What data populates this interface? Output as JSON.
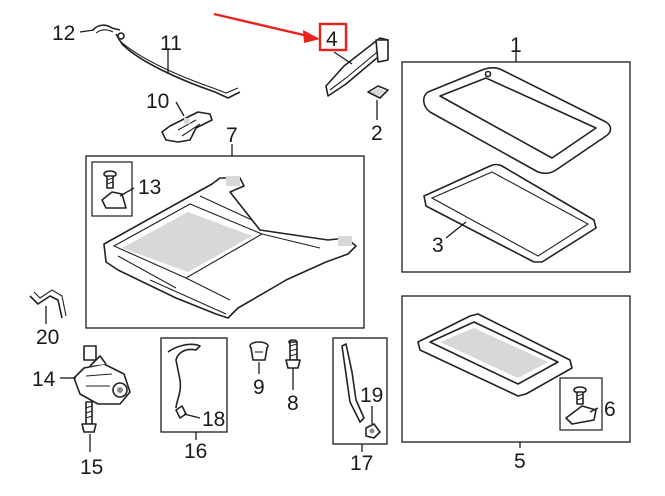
{
  "accent_color": "#e8231c",
  "callouts": {
    "c1": "1",
    "c2": "2",
    "c3": "3",
    "c4": "4",
    "c5": "5",
    "c6": "6",
    "c7": "7",
    "c8": "8",
    "c9": "9",
    "c10": "10",
    "c11": "11",
    "c12": "12",
    "c13": "13",
    "c14": "14",
    "c15": "15",
    "c16": "16",
    "c17": "17",
    "c18": "18",
    "c19": "19",
    "c20": "20"
  }
}
